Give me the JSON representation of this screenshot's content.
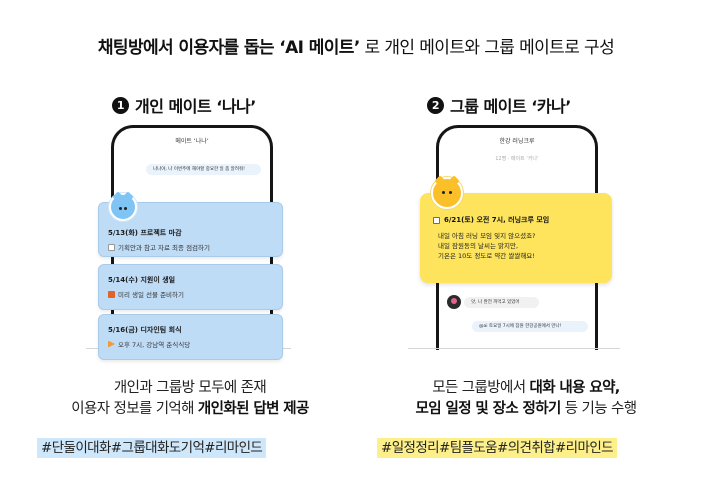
{
  "headline": {
    "part1": "채팅방에서 이용자를 돕는 ‘AI 메이트’",
    "part2": " 로 개인 메이트와 그룹 메이트로 구성"
  },
  "left": {
    "badge": "1",
    "title": "개인 메이트 ‘나나’",
    "phone_header": "메이트 ‘나나’",
    "user_bubble": "나나야, 나 이번주에 해야할 중요한 일 좀 알려줘!",
    "reminders": [
      {
        "title": "5/13(화) 프로젝트 마감",
        "detail": "기획안과 참고 자료 최종 점검하기",
        "icon": "document-icon"
      },
      {
        "title": "5/14(수) 지원이 생일",
        "detail": "미리 생일 선물 준비하기",
        "icon": "gift-icon"
      },
      {
        "title": "5/16(금) 디자인팀 회식",
        "detail": "오후 7시, 강남역 춘식식당",
        "icon": "food-icon"
      }
    ],
    "caption_line1": "개인과 그룹방 모두에 존재",
    "caption_line2_normal": "이용자 정보를 기억해 ",
    "caption_line2_bold": "개인화된 답변 제공",
    "tags": "#단둘이대화#그룹대화도기억#리마인드",
    "accent": "#bfdcf7"
  },
  "right": {
    "badge": "2",
    "title": "그룹 메이트 ‘카나’",
    "phone_header": "한강 러닝크루",
    "phone_sub": "12명 · 메이트 ‘카나’",
    "card_title": "6/21(토) 오전 7시, 러닝크루 모임",
    "card_lines": [
      "내일 아침 러닝 모임 잊지 않으셨죠?",
      "내일 잠원동의 날씨는 맑지만,",
      "기온은 10도 정도로 약간 쌀쌀해요!"
    ],
    "chat1": "앗, 나 완전 까먹고 있었어",
    "chat2": "@ai 토요일 7시에 잠원 한강공원에서 만나!",
    "caption_line1_normal": "모든 그룹방에서 ",
    "caption_line1_bold": "대화 내용 요약,",
    "caption_line2_bold": "모임 일정 및 장소 정하기",
    "caption_line2_normal": " 등 기능 수행",
    "tags": "#일정정리#팀플도움#의견취합#리마인드",
    "accent": "#fde45c"
  }
}
